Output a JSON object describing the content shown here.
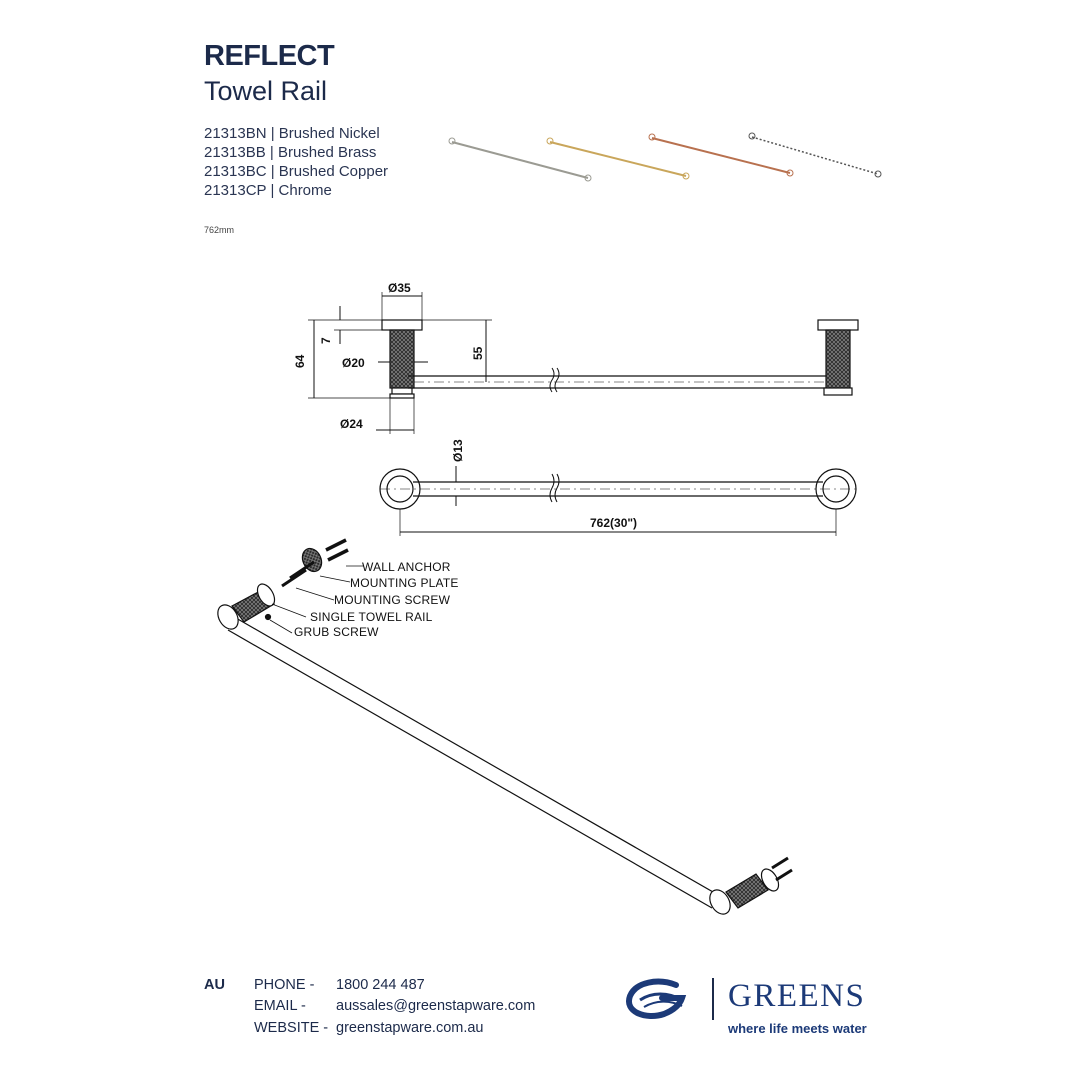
{
  "product": {
    "title": "REFLECT",
    "subtitle": "Towel Rail",
    "variants": [
      {
        "code": "21313BN",
        "finish": "Brushed Nickel",
        "color": "#9b9b93"
      },
      {
        "code": "21313BB",
        "finish": "Brushed Brass",
        "color": "#c9a65b"
      },
      {
        "code": "21313BC",
        "finish": "Brushed Copper",
        "color": "#b8714f"
      },
      {
        "code": "21313CP",
        "finish": "Chrome",
        "color": "#555555"
      }
    ],
    "size": "762mm"
  },
  "dimensions": {
    "flange_dia": "Ø35",
    "flange_thickness": "7",
    "overall_depth": "64",
    "post_dia": "Ø20",
    "projection": "55",
    "base_dia": "Ø24",
    "bar_dia": "Ø13",
    "length": "762(30\")"
  },
  "parts": [
    "WALL ANCHOR",
    "MOUNTING PLATE",
    "MOUNTING SCREW",
    "SINGLE TOWEL RAIL",
    "GRUB SCREW"
  ],
  "footer": {
    "region": "AU",
    "phone_label": "PHONE -",
    "phone": "1800 244 487",
    "email_label": "EMAIL -",
    "email": "aussales@greenstapware.com",
    "website_label": "WEBSITE -",
    "website": "greenstapware.com.au"
  },
  "brand": {
    "name": "GREENS",
    "tagline": "where life meets water",
    "logo_icon": "greens-wave-logo-icon",
    "color": "#1c3a78"
  }
}
